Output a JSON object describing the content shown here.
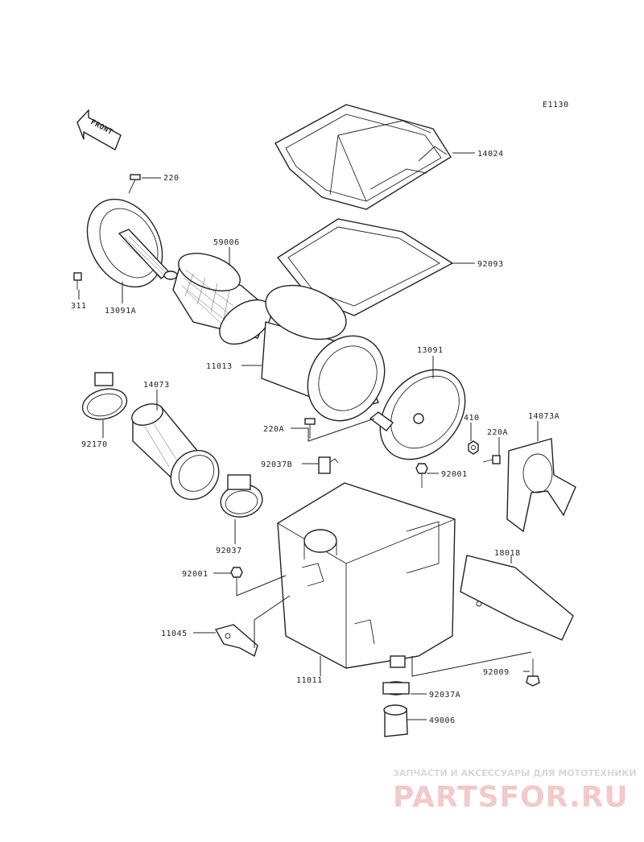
{
  "diagram": {
    "code": "E1130",
    "front_label": "FRONT",
    "parts": [
      {
        "id": "220"
      },
      {
        "id": "311"
      },
      {
        "id": "13091A"
      },
      {
        "id": "59006"
      },
      {
        "id": "14024"
      },
      {
        "id": "92093"
      },
      {
        "id": "11013"
      },
      {
        "id": "13091"
      },
      {
        "id": "14073"
      },
      {
        "id": "92170"
      },
      {
        "id": "220A"
      },
      {
        "id": "410"
      },
      {
        "id": "220A"
      },
      {
        "id": "14073A"
      },
      {
        "id": "92037B"
      },
      {
        "id": "92001"
      },
      {
        "id": "92037"
      },
      {
        "id": "18018"
      },
      {
        "id": "92001"
      },
      {
        "id": "11045"
      },
      {
        "id": "92009"
      },
      {
        "id": "11011"
      },
      {
        "id": "92037A"
      },
      {
        "id": "49006"
      }
    ]
  },
  "watermark": {
    "top": "ЗАПЧАСТИ И АКСЕССУАРЫ ДЛЯ МОТОТЕХНИКИ",
    "brand": "PARTSFOR.RU"
  }
}
